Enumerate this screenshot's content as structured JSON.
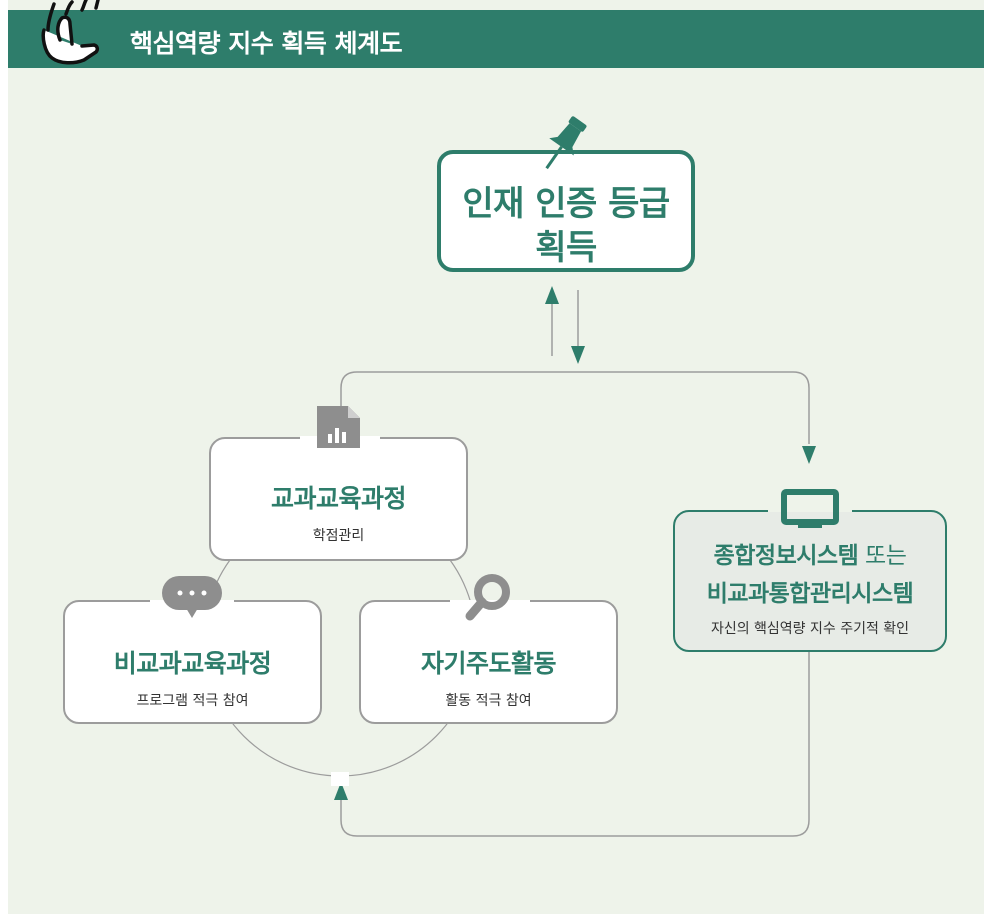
{
  "header": {
    "title": "핵심역량 지수 획득 체계도"
  },
  "goal": {
    "line1": "인재 인증 등급",
    "line2": "획득"
  },
  "system": {
    "name1": "종합정보시스템",
    "connector": " 또는",
    "name2": "비교과통합관리시스템",
    "desc": "자신의 핵심역량 지수 주기적 확인"
  },
  "boxes": [
    {
      "title": "교과교육과정",
      "sub": "학점관리"
    },
    {
      "title": "비교과교육과정",
      "sub": "프로그램 적극 참여"
    },
    {
      "title": "자기주도활동",
      "sub": "활동 적극 참여"
    }
  ],
  "colors": {
    "accent": "#2e7d6b",
    "background": "#eef3ea",
    "border": "#9c9c9c",
    "icon_gray": "#8e8e8e"
  },
  "icons": [
    "pointing-hand-icon",
    "pushpin-icon",
    "document-chart-icon",
    "speech-bubble-icon",
    "magnifier-icon",
    "monitor-icon"
  ]
}
